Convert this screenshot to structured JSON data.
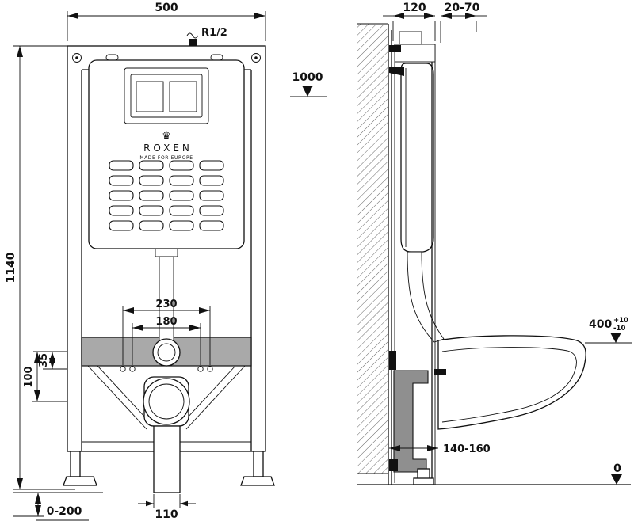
{
  "brand": {
    "name": "ROXEN",
    "tagline": "MADE FOR EUROPE",
    "crown_glyph": "♛"
  },
  "front_view": {
    "width_mm": "500",
    "height_mm": "1140",
    "water_inlet": "R1/2",
    "install_level": "1000",
    "bolt_spacing_outer": "230",
    "bolt_spacing_inner": "180",
    "offset_small": "35",
    "offset_large": "100",
    "drain_width": "110",
    "foot_adjust_range": "0-200"
  },
  "side_view": {
    "frame_depth": "120",
    "wall_clearance": "20-70",
    "bowl_height": "400",
    "bowl_height_tol_plus": "+10",
    "bowl_height_tol_minus": "-10",
    "drain_wall_offset": "140-160",
    "floor_level": "0"
  }
}
